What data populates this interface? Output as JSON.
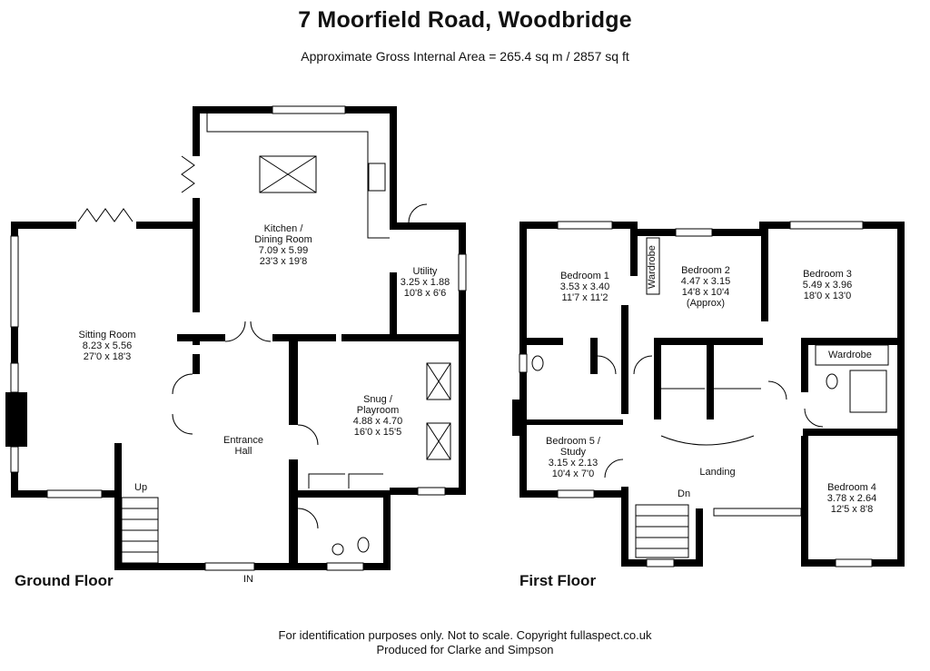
{
  "header": {
    "title": "7 Moorfield Road, Woodbridge",
    "subtitle": "Approximate Gross Internal Area = 265.4 sq m / 2857 sq ft"
  },
  "floors": {
    "ground": {
      "label": "Ground Floor",
      "entrance": "IN",
      "stairs_label": "Up",
      "rooms": [
        {
          "name": "Kitchen /",
          "name2": "Dining Room",
          "metric": "7.09 x 5.99",
          "imperial": "23'3 x 19'8"
        },
        {
          "name": "Utility",
          "metric": "3.25 x 1.88",
          "imperial": "10'8 x 6'6"
        },
        {
          "name": "Sitting Room",
          "metric": "8.23 x 5.56",
          "imperial": "27'0 x 18'3"
        },
        {
          "name": "Snug /",
          "name2": "Playroom",
          "metric": "4.88 x 4.70",
          "imperial": "16'0 x 15'5"
        },
        {
          "name": "Entrance",
          "name2": "Hall"
        }
      ]
    },
    "first": {
      "label": "First Floor",
      "stairs_label": "Dn",
      "rooms": [
        {
          "name": "Bedroom 1",
          "metric": "3.53 x 3.40",
          "imperial": "11'7 x 11'2"
        },
        {
          "name": "Bedroom 2",
          "metric": "4.47 x 3.15",
          "imperial": "14'8 x 10'4",
          "note": "(Approx)"
        },
        {
          "name": "Bedroom 3",
          "metric": "5.49 x 3.96",
          "imperial": "18'0 x 13'0"
        },
        {
          "name": "Bedroom 5 /",
          "name2": "Study",
          "metric": "3.15 x 2.13",
          "imperial": "10'4 x 7'0"
        },
        {
          "name": "Bedroom 4",
          "metric": "3.78 x 2.64",
          "imperial": "12'5 x 8'8"
        },
        {
          "name": "Landing"
        }
      ],
      "labels": {
        "wardrobe_vertical": "Wardrobe",
        "wardrobe": "Wardrobe"
      }
    }
  },
  "footer": {
    "line1": "For identification purposes only. Not to scale. Copyright fullaspect.co.uk",
    "line2": "Produced for Clarke and Simpson"
  }
}
